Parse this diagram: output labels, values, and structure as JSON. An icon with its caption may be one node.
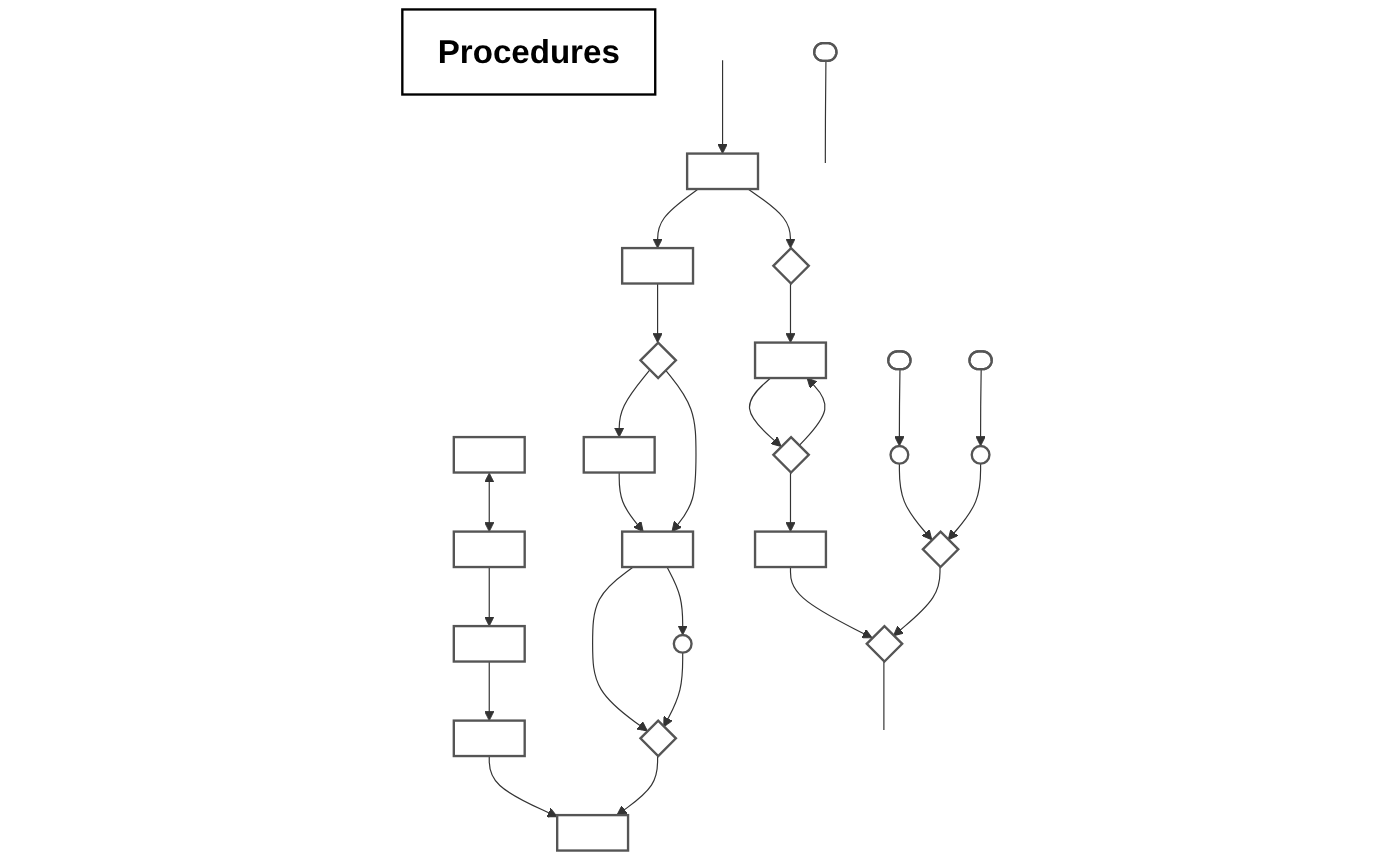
{
  "diagram": {
    "nodes": [
      {
        "text": [
          "Procedures"
        ]
      },
      {
        "text": [],
        "shape": "box"
      },
      {
        "text": [],
        "shape": "diamond"
      },
      {
        "text": [],
        "shape": "box"
      },
      {
        "text": [],
        "shape": "box"
      },
      {
        "text": [],
        "shape": "pill"
      },
      {
        "text": [],
        "shape": "pill"
      },
      {
        "text": [],
        "shape": "diamond"
      },
      {
        "text": [],
        "shape": "diamond"
      },
      {
        "text": [],
        "shape": "circle"
      },
      {
        "text": [],
        "shape": "circle"
      },
      {
        "text": [],
        "shape": "box"
      },
      {
        "text": [],
        "shape": "box"
      },
      {
        "text": [],
        "shape": "diamond"
      },
      {
        "text": [],
        "shape": "box"
      },
      {
        "text": [],
        "shape": "box"
      },
      {
        "text": [],
        "shape": "box"
      },
      {
        "text": [],
        "shape": "diamond"
      },
      {
        "text": [],
        "shape": "pill"
      },
      {
        "text": [],
        "shape": "box"
      },
      {
        "text": [],
        "shape": "box"
      },
      {
        "text": [],
        "shape": "box"
      },
      {
        "text": [],
        "shape": "diamond"
      },
      {
        "text": [],
        "shape": "circle"
      }
    ],
    "edges": [
      {
        "from": null,
        "to": 1,
        "arrow": "to"
      },
      {
        "from": 1,
        "to": 2,
        "arrow": "to"
      },
      {
        "from": 1,
        "to": 3,
        "arrow": "to"
      },
      {
        "from": 3,
        "to": 7,
        "arrow": "to"
      },
      {
        "from": 7,
        "to": 11,
        "arrow": "to"
      },
      {
        "from": 11,
        "to": 16,
        "arrow": "to"
      },
      {
        "from": 7,
        "to": 16,
        "arrow": "to"
      },
      {
        "from": 2,
        "to": 4,
        "arrow": "to"
      },
      {
        "from": 4,
        "to": 8,
        "arrow": "to"
      },
      {
        "from": 8,
        "to": 4,
        "arrow": "to"
      },
      {
        "from": 8,
        "to": 12,
        "arrow": "to"
      },
      {
        "from": 12,
        "to": 17,
        "arrow": "to"
      },
      {
        "from": 13,
        "to": 17,
        "arrow": "to"
      },
      {
        "from": 5,
        "to": 9,
        "arrow": "to"
      },
      {
        "from": 6,
        "to": 10,
        "arrow": "to"
      },
      {
        "from": 9,
        "to": 13,
        "arrow": "to"
      },
      {
        "from": 10,
        "to": 13,
        "arrow": "to"
      },
      {
        "from": 18,
        "to": null,
        "arrow": "none"
      },
      {
        "from": 17,
        "to": null,
        "arrow": "none"
      },
      {
        "from": 16,
        "to": 22,
        "arrow": "to"
      },
      {
        "from": 16,
        "to": 23,
        "arrow": "to"
      },
      {
        "from": 14,
        "to": 15,
        "arrow": "to"
      },
      {
        "from": 15,
        "to": 21,
        "arrow": "to"
      },
      {
        "from": 20,
        "to": 14,
        "arrow": "to"
      },
      {
        "from": 19,
        "to": 20,
        "arrow": "both"
      },
      {
        "from": 22,
        "to": 21,
        "arrow": "to"
      },
      {
        "from": 23,
        "to": 22,
        "arrow": "to"
      }
    ]
  }
}
